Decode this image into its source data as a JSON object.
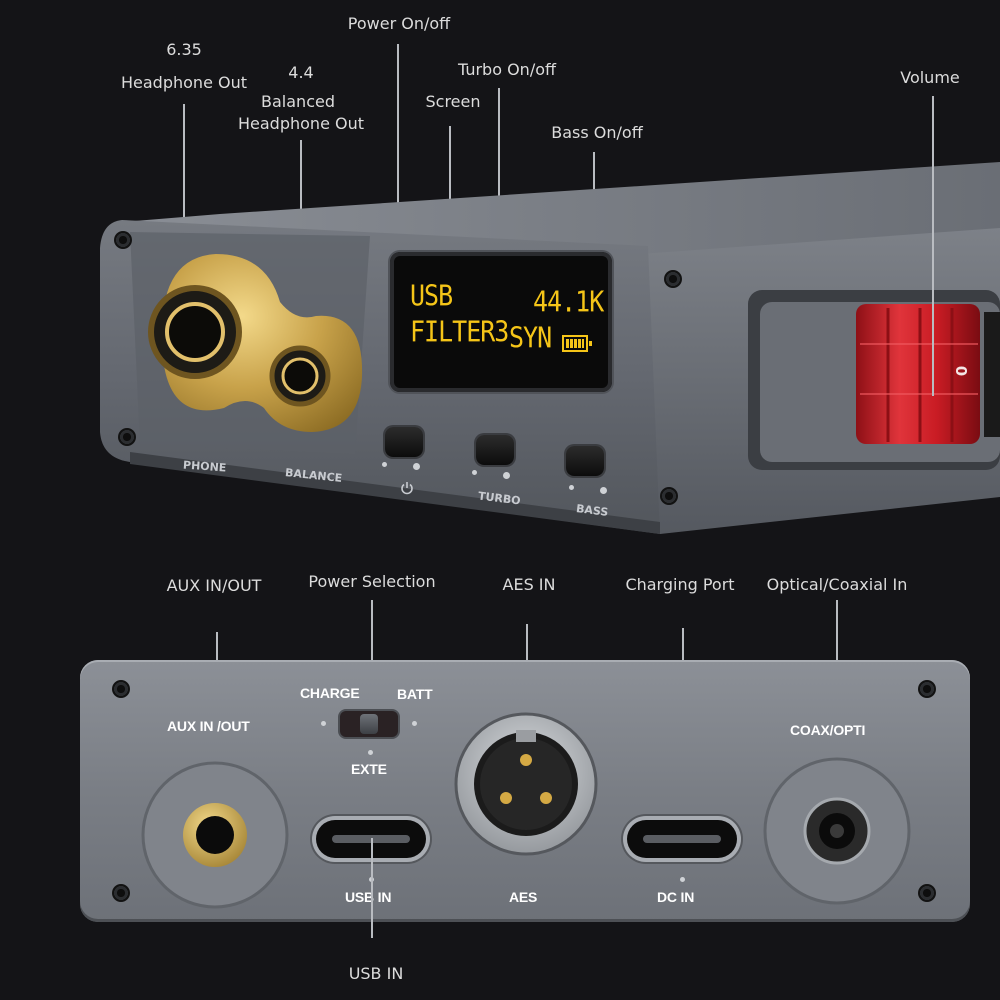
{
  "callouts_top": {
    "headphone_size": "6.35",
    "headphone_out": "Headphone Out",
    "balanced_size": "4.4",
    "balanced_line1": "Balanced",
    "balanced_line2": "Headphone Out",
    "power": "Power On/off",
    "turbo": "Turbo On/off",
    "screen": "Screen",
    "bass": "Bass On/off",
    "volume": "Volume"
  },
  "display": {
    "line1_left": "USB",
    "line1_right": "44.1K",
    "line2_left": "FILTER3",
    "line2_right": "SYN"
  },
  "front_panel": {
    "phone": "PHONE",
    "balance": "BALANCE",
    "turbo": "TURBO",
    "bass": "BASS",
    "knob_mark": "0"
  },
  "callouts_bottom": {
    "aux": "AUX IN/OUT",
    "power_selection": "Power Selection",
    "aes": "AES IN",
    "charging": "Charging Port",
    "optical": "Optical/Coaxial In",
    "usb": "USB IN"
  },
  "rear_panel": {
    "aux": "AUX IN /OUT",
    "charge": "CHARGE",
    "batt": "BATT",
    "exte": "EXTE",
    "usb": "USB IN",
    "aes": "AES",
    "dc": "DC IN",
    "coax": "COAX/OPTI"
  },
  "colors": {
    "background": "#141417",
    "oled_text": "#f5c518",
    "knob_red": "#d4222b",
    "gold": "#c8a24a",
    "chassis": "#6f747b"
  }
}
